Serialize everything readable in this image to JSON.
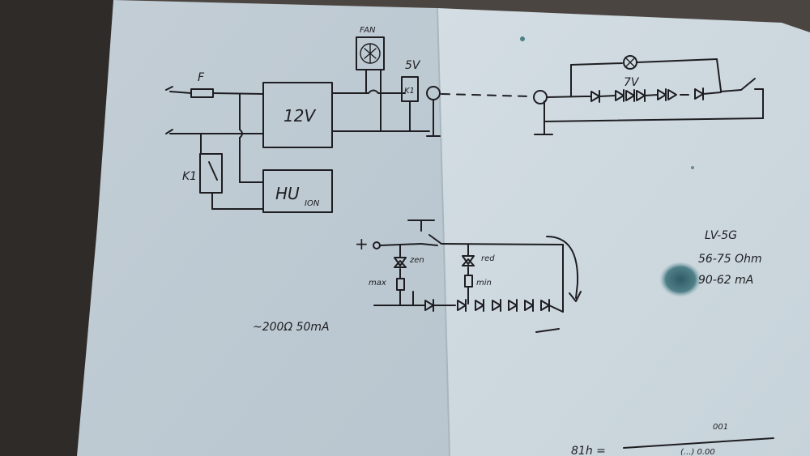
{
  "labels": {
    "fuse": "F",
    "supply": "12V",
    "fan": "FAN",
    "relay_voltage": "5V",
    "relay_coil": "K1",
    "relay_switch": "K1",
    "head_unit_main": "HU",
    "head_unit_sub": "ION",
    "led_string_voltage": "7V",
    "plus": "+",
    "green": "zen",
    "red": "red",
    "max": "max",
    "min": "min",
    "resistance_current": "~200Ω 50mA",
    "spec_title": "LV-5G",
    "spec_resistance": "56-75 Ohm",
    "spec_current": "90-62 mA",
    "bottom_scribble": "81h =",
    "bottom_numerator": "001",
    "bottom_denominator": "(...) 0.00"
  },
  "colors": {
    "paper": "#c9d4db",
    "paper_right": "#d1dbe1",
    "ink": "#1e1e22",
    "background": "#4a4440",
    "stain": "#3f6e78"
  }
}
